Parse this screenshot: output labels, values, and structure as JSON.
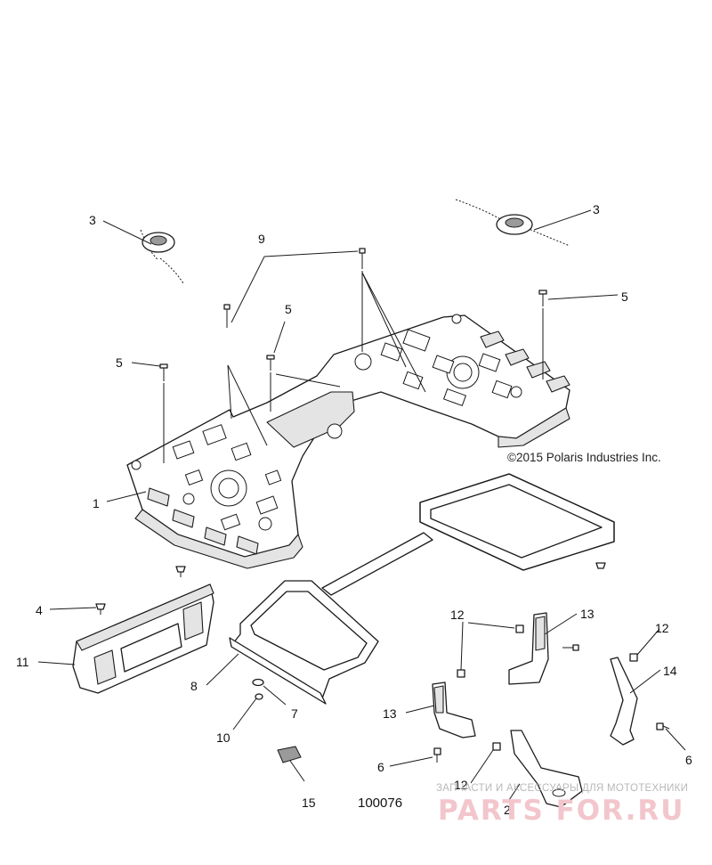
{
  "callouts": [
    {
      "id": "c1",
      "label": "1"
    },
    {
      "id": "c2",
      "label": "2"
    },
    {
      "id": "c3a",
      "label": "3"
    },
    {
      "id": "c3b",
      "label": "3"
    },
    {
      "id": "c4",
      "label": "4"
    },
    {
      "id": "c5a",
      "label": "5"
    },
    {
      "id": "c5b",
      "label": "5"
    },
    {
      "id": "c5c",
      "label": "5"
    },
    {
      "id": "c6a",
      "label": "6"
    },
    {
      "id": "c6b",
      "label": "6"
    },
    {
      "id": "c7",
      "label": "7"
    },
    {
      "id": "c8",
      "label": "8"
    },
    {
      "id": "c9",
      "label": "9"
    },
    {
      "id": "c10",
      "label": "10"
    },
    {
      "id": "c11",
      "label": "11"
    },
    {
      "id": "c12a",
      "label": "12"
    },
    {
      "id": "c12b",
      "label": "12"
    },
    {
      "id": "c12c",
      "label": "12"
    },
    {
      "id": "c13a",
      "label": "13"
    },
    {
      "id": "c13b",
      "label": "13"
    },
    {
      "id": "c14",
      "label": "14"
    },
    {
      "id": "c15",
      "label": "15"
    }
  ],
  "copyright": "©2015 Polaris Industries Inc.",
  "diagram_number": "100076",
  "watermark": {
    "tagline": "ЗАПЧАСТИ И АКСЕССУАРЫ ДЛЯ МОТОТЕХНИКИ",
    "brand": "PARTS FOR.RU"
  },
  "colors": {
    "line": "#1a1a1a",
    "watermark_brand": "#f2c6cc",
    "watermark_tagline": "#b8b8b8"
  }
}
